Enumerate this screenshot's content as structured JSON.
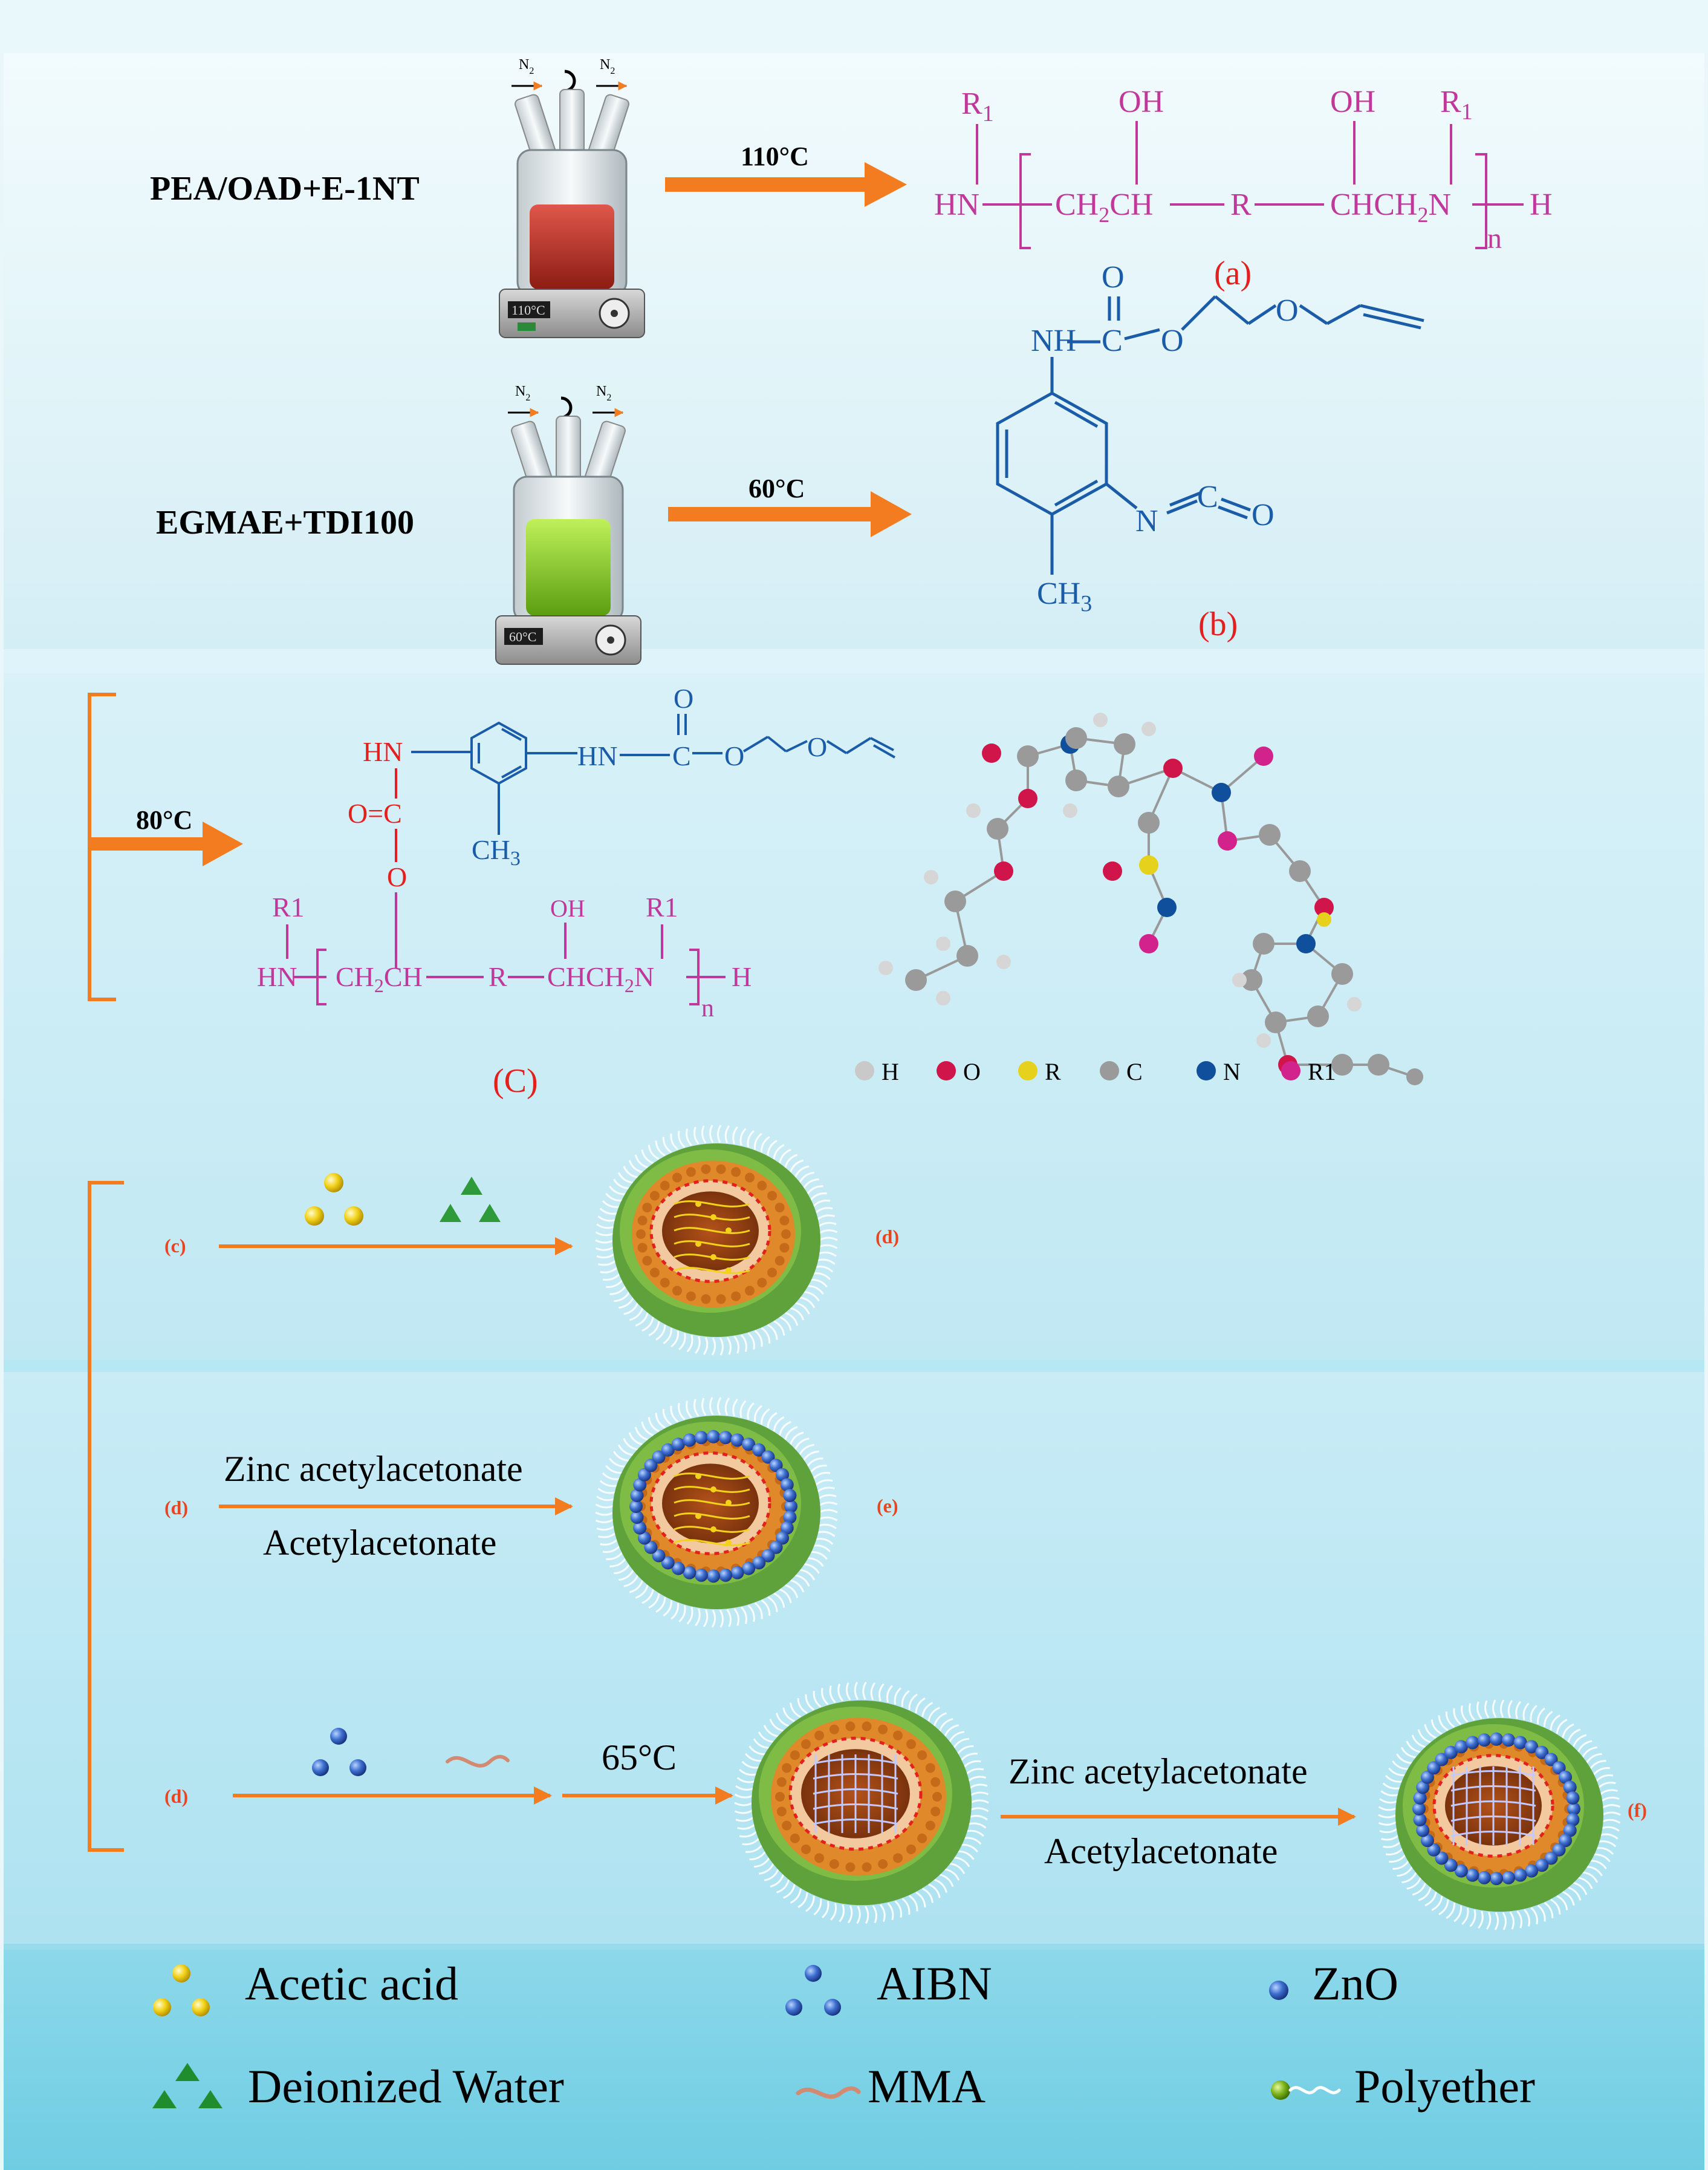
{
  "section_a": {
    "reagents": "PEA/OAD+E-1NT",
    "temperature": "110°C",
    "label": "(a)",
    "n2_left": "N",
    "n2_right": "N",
    "n2_sub": "2",
    "hotplate_display": "110°C",
    "formula": {
      "r1_left": "R",
      "r1_left_sub": "1",
      "oh_1": "OH",
      "oh_2": "OH",
      "r1_right": "R",
      "r1_right_sub": "1",
      "hn": "HN",
      "ch2ch": "CH",
      "ch2ch_sub": "2",
      "ch2ch_tail": "CH",
      "r": "R",
      "chch2n": "CHCH",
      "chch2n_sub": "2",
      "chch2n_tail": "N",
      "n": "n",
      "h": "H"
    }
  },
  "section_b": {
    "reagents": "EGMAE+TDI100",
    "temperature": "60°C",
    "label": "(b)",
    "n2_left": "N",
    "n2_right": "N",
    "n2_sub": "2",
    "hotplate_display": "60°C",
    "formula": {
      "nh": "NH",
      "c": "C",
      "o_top": "O",
      "o_1": "O",
      "o_2": "O",
      "n": "N",
      "c2": "C",
      "o3": "O",
      "ch3": "CH",
      "ch3_sub": "3"
    }
  },
  "section_c": {
    "temperature": "80°C",
    "label": "(C)",
    "formula": {
      "hn_red": "HN",
      "hn_blue": "HN",
      "c_blue": "C",
      "o_top": "O",
      "o_1": "O",
      "o_2": "O",
      "oc_red": "O=C",
      "o_red": "O",
      "ch3": "CH",
      "ch3_sub": "3",
      "r1_left": "R1",
      "oh": "OH",
      "r1_right": "R1",
      "hn_bottom": "HN",
      "ch2ch": "CH",
      "ch2ch_sub": "2",
      "ch2ch_tail": "CH",
      "r": "R",
      "chch2n": "CHCH",
      "chch2n_sub": "2",
      "chch2n_tail": "N",
      "n": "n",
      "h": "H"
    },
    "atom_legend": [
      {
        "label": "H",
        "color": "#c9c9c9"
      },
      {
        "label": "O",
        "color": "#d0154a"
      },
      {
        "label": "R",
        "color": "#e6d21c"
      },
      {
        "label": "C",
        "color": "#9a9a9a"
      },
      {
        "label": "N",
        "color": "#0f4f9c"
      },
      {
        "label": "R1",
        "color": "#d1238b"
      }
    ]
  },
  "section_d": {
    "step1_from": "(c)",
    "step1_to": "(d)",
    "step2_from": "(d)",
    "step2_to": "(e)",
    "step2_top": "Zinc acetylacetonate",
    "step2_bottom": "Acetylacetonate",
    "step3_from": "(d)",
    "step3_temp": "65°C",
    "step3_top": "Zinc acetylacetonate",
    "step3_bottom": "Acetylacetonate",
    "step3_to": "(f)"
  },
  "legend": {
    "acetic_acid": "Acetic acid",
    "deionized_water": "Deionized Water",
    "aibn": "AIBN",
    "mma": "MMA",
    "zno": "ZnO",
    "polyether": "Polyether"
  },
  "colors": {
    "arrow": "#f47c20",
    "magenta": "#c0389a",
    "blue": "#1a5ca8",
    "red": "#e4201e",
    "label_red": "#e84522"
  }
}
